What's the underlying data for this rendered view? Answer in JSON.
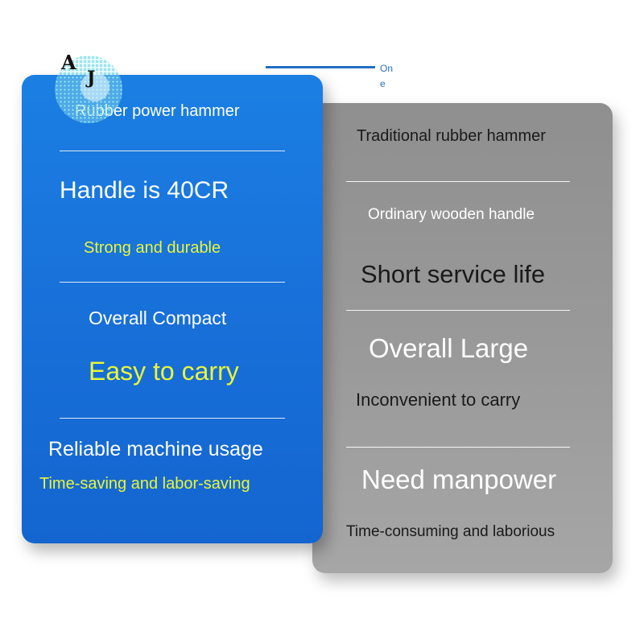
{
  "header": {
    "logo_letters": "A J",
    "top_label": "One"
  },
  "left_card": {
    "title": "Rubber power hammer",
    "items": [
      {
        "main": "Handle is 40CR",
        "sub": "Strong and durable"
      },
      {
        "main": "Overall Compact",
        "sub": "Easy to carry"
      },
      {
        "main": "Reliable machine usage",
        "sub": "Time-saving and labor-saving"
      }
    ]
  },
  "right_card": {
    "title": "Traditional rubber hammer",
    "items": [
      {
        "sub": "Ordinary wooden handle",
        "main": "Short service life"
      },
      {
        "main": "Overall Large",
        "sub": "Inconvenient to carry"
      },
      {
        "main": "Need manpower",
        "sub": "Time-consuming and laborious"
      }
    ]
  },
  "colors": {
    "blue_card": "#1870d9",
    "gray_card": "#9a9a9a",
    "highlight_yellow": "#e8f53a"
  }
}
